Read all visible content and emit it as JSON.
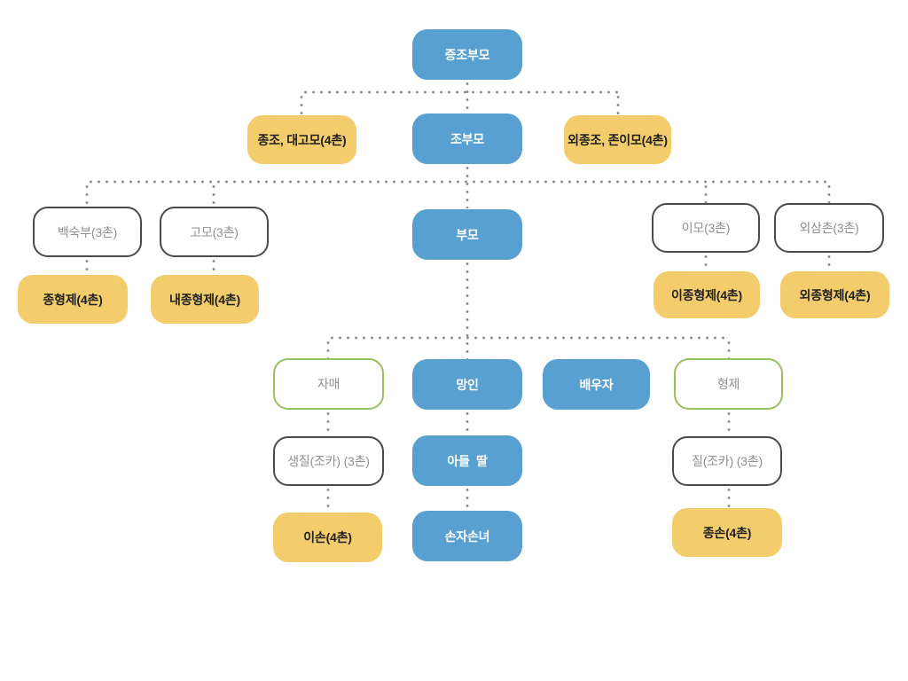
{
  "diagram": {
    "type": "family-relationship-tree",
    "language": "ko",
    "colors": {
      "primary_blue": "#58a0d2",
      "accent_yellow": "#f3cd6c",
      "outline_dark": "#4a4a4a",
      "outline_green": "#97c15f",
      "muted_text": "#8f8f8f",
      "dot_gray": "#8a8a8a",
      "background": "#ffffff"
    },
    "nodes": {
      "great_grandparents": "증조부모",
      "grand_uncles_aunts": "종조, 대고모(4촌)",
      "grandparents": "조부모",
      "maternal_grand_uncles_aunts": "외종조, 존이모(4촌)",
      "paternal_uncles": "백숙부(3촌)",
      "paternal_aunt": "고모(3촌)",
      "parents": "부모",
      "maternal_aunt": "이모(3촌)",
      "maternal_uncle": "외삼촌(3촌)",
      "paternal_cousins": "종형제(4촌)",
      "paternal_aunt_cousins": "내종형제(4촌)",
      "maternal_aunt_cousins": "이종형제(4촌)",
      "maternal_uncle_cousins": "외종형제(4촌)",
      "sisters": "자매",
      "deceased": "망인",
      "spouse": "배우자",
      "brothers": "형제",
      "sisters_children": "생질(조카) (3촌)",
      "children": "아들  딸",
      "brothers_children": "질(조카) (3촌)",
      "sisters_grandchildren": "이손(4촌)",
      "grandchildren": "손자손녀",
      "brothers_grandchildren": "종손(4촌)"
    }
  }
}
